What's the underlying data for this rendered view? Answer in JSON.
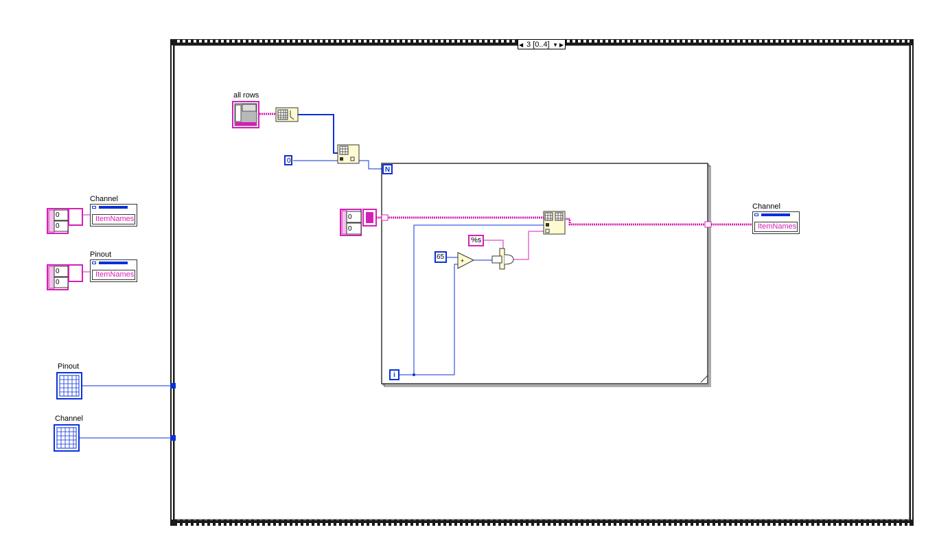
{
  "case_selector": {
    "value": "3 [0..4]"
  },
  "labels": {
    "all_rows": "all rows",
    "channel_left": "Channel",
    "pinout_left": "Pinout",
    "pinout_terminal": "Pinout",
    "channel_terminal": "Channel",
    "channel_right": "Channel"
  },
  "constants": {
    "index_zero": "0",
    "ascii_offset": "65",
    "format_string": "%s",
    "loop_count": "N",
    "loop_iteration": "i"
  },
  "arrays": {
    "left_channel": [
      "0",
      "0"
    ],
    "left_pinout": [
      "0",
      "0"
    ],
    "inner": [
      "0",
      "0"
    ]
  },
  "property_nodes": {
    "channel_left": "ItemNames",
    "pinout_left": "ItemNames",
    "channel_right": "ItemNames"
  },
  "colors": {
    "string_wire": "#d41fb5",
    "numeric_wire": "#0a30d9",
    "frame": "#1a1a1a",
    "node_fill": "#fffbd0"
  }
}
